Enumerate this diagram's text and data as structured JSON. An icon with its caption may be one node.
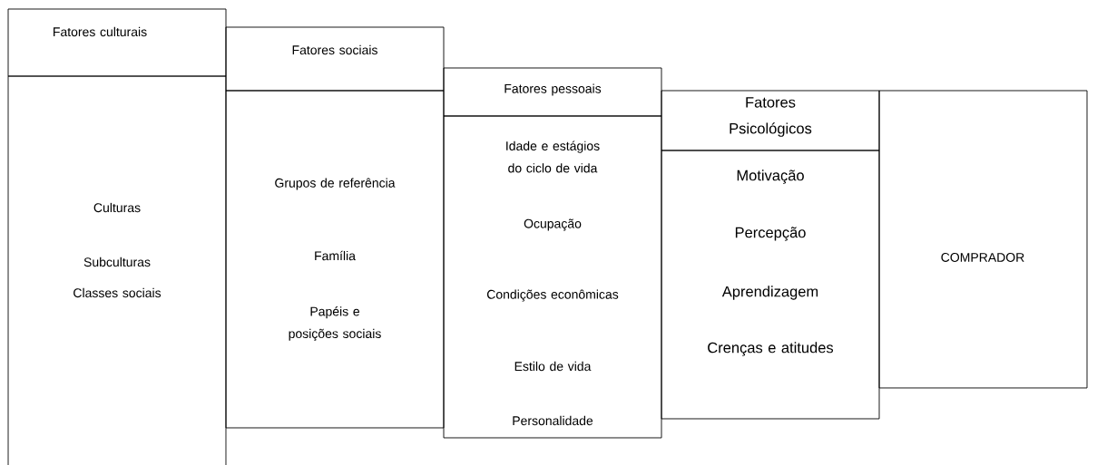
{
  "diagram": {
    "nodes": [
      {
        "text": [
          "Fatores culturais"
        ]
      },
      {
        "text": [
          "Culturas",
          "Subculturas",
          "Classes sociais"
        ]
      },
      {
        "text": [
          "Fatores sociais"
        ]
      },
      {
        "text": [
          "Grupos de referência",
          "Família",
          "Papéis e posições sociais"
        ]
      },
      {
        "text": [
          "Fatores pessoais"
        ]
      },
      {
        "text": [
          "Idade e estágios do ciclo de vida",
          "Ocupação",
          "Condições econômicas",
          "Estilo de vida",
          "Personalidade"
        ]
      },
      {
        "text": [
          "Fatores Psicológicos"
        ]
      },
      {
        "text": [
          "Motivação",
          "Percepção",
          "Aprendizagem",
          "Crenças e atitudes"
        ]
      },
      {
        "text": [
          "COMPRADOR"
        ]
      }
    ]
  }
}
